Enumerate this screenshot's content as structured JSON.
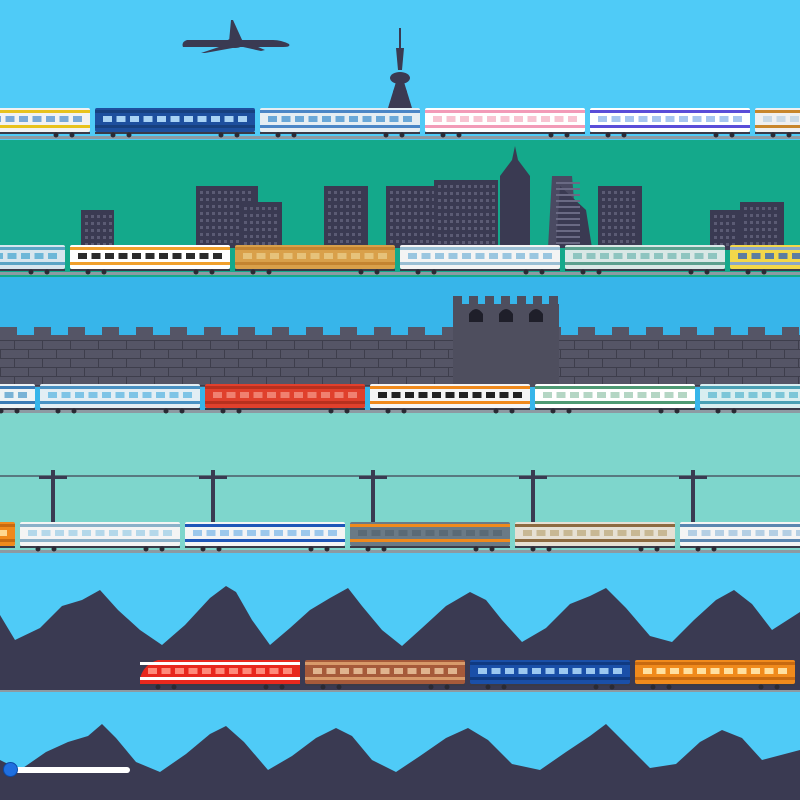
{
  "colors": {
    "sky": "#4fcbf7",
    "teal": "#14a98b",
    "wall_sky": "#37b5ea",
    "plain": "#7ed6cc",
    "silhouette": "#3a3a52",
    "rail": "#8d9aa2"
  },
  "icons": [
    "airplane-icon",
    "tv-tower-icon",
    "skyscraper-icon",
    "great-wall-icon",
    "power-pole-icon",
    "mountain-icon"
  ],
  "slider": {
    "value": 0.02
  },
  "rows": [
    {
      "name": "sky-row",
      "cars": [
        {
          "body": "#f2f2f2",
          "stripe": "#e8c21c",
          "win": "#7aa9d8"
        },
        {
          "body": "#1d4f9e",
          "stripe": "#17407f",
          "win": "#a8d2f4"
        },
        {
          "body": "#e6eef3",
          "stripe": "#4b86c6",
          "win": "#6aa8d8"
        },
        {
          "body": "#ffffff",
          "stripe": "#f29bb8",
          "win": "#f8c4d2"
        },
        {
          "body": "#ffffff",
          "stripe": "#5a4dd8",
          "win": "#a7c6f0"
        },
        {
          "body": "#f0f0f0",
          "stripe": "#c8862c",
          "win": "#c9d9e6"
        }
      ]
    },
    {
      "name": "city-row",
      "cars": [
        {
          "body": "#d7e6ee",
          "stripe": "#5aa4c4",
          "win": "#6db7d8"
        },
        {
          "body": "#ffffff",
          "stripe": "#f0a02c",
          "win": "#2b2b2b"
        },
        {
          "body": "#d9a04a",
          "stripe": "#c48430",
          "win": "#e6c27a"
        },
        {
          "body": "#f4f4f4",
          "stripe": "#9abfd4",
          "win": "#9ac6e0"
        },
        {
          "body": "#d9e8e6",
          "stripe": "#5aa08e",
          "win": "#8ec5c0"
        },
        {
          "body": "#f3d84a",
          "stripe": "#8aa6c8",
          "win": "#5c7da0"
        }
      ]
    },
    {
      "name": "wall-row",
      "cars": [
        {
          "body": "#eef3f5",
          "stripe": "#3b7bb5",
          "win": "#7ab3d6"
        },
        {
          "body": "#e3eef4",
          "stripe": "#4a92c4",
          "win": "#7ec4e6"
        },
        {
          "body": "#e0402c",
          "stripe": "#b8301e",
          "win": "#f08070"
        },
        {
          "body": "#f5f5f5",
          "stripe": "#f08a1c",
          "win": "#222222"
        },
        {
          "body": "#ffffff",
          "stripe": "#4f9a74",
          "win": "#b4d6c4"
        },
        {
          "body": "#d8eef0",
          "stripe": "#4aa0b4",
          "win": "#7cc6d8"
        }
      ]
    },
    {
      "name": "plain-row",
      "cars": [
        {
          "body": "#f08a1c",
          "stripe": "#c86a10",
          "win": "#ffd890"
        },
        {
          "body": "#f4f4f4",
          "stripe": "#8ab0c8",
          "win": "#b4d8ea"
        },
        {
          "body": "#f4f4f4",
          "stripe": "#1e56b8",
          "win": "#9cc8ec"
        },
        {
          "body": "#6a7a86",
          "stripe": "#f08a1c",
          "win": "#5a6a76"
        },
        {
          "body": "#e6e0d4",
          "stripe": "#8c6a40",
          "win": "#c8b894"
        },
        {
          "body": "#f4f4f4",
          "stripe": "#5a86b0",
          "win": "#b4cfe4"
        }
      ]
    },
    {
      "name": "mountain-row",
      "cars": [
        {
          "body": "#e8281e",
          "stripe": "#ffffff",
          "win": "#ff8a7a"
        },
        {
          "body": "#a65a3a",
          "stripe": "#d89a6a",
          "win": "#e0b48e"
        },
        {
          "body": "#1a4fa8",
          "stripe": "#0f3a82",
          "win": "#9cc8f0"
        },
        {
          "body": "#f08a1c",
          "stripe": "#c86a10",
          "win": "#ffe0a0"
        }
      ]
    }
  ]
}
